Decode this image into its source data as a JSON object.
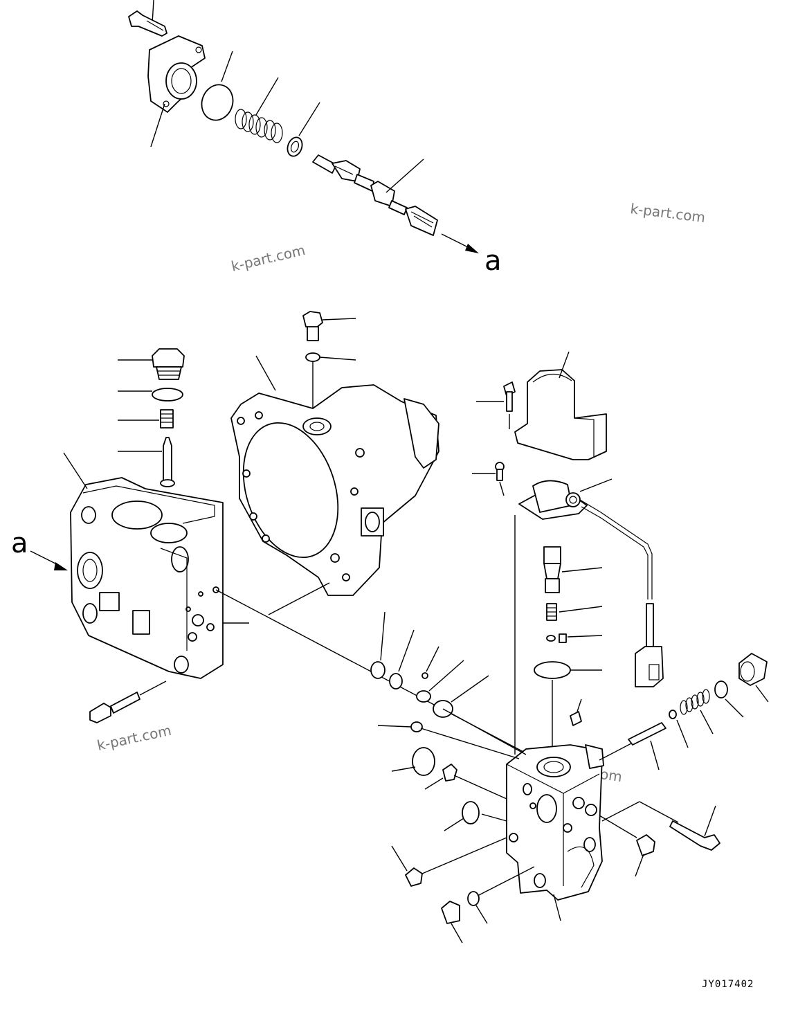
{
  "diagram": {
    "callout_letter_top": "a",
    "callout_letter_left": "a",
    "drawing_code": "JY017402",
    "watermarks": [
      "k-part.com",
      "k-part.com",
      "k-part.com",
      "k-part.com"
    ]
  }
}
